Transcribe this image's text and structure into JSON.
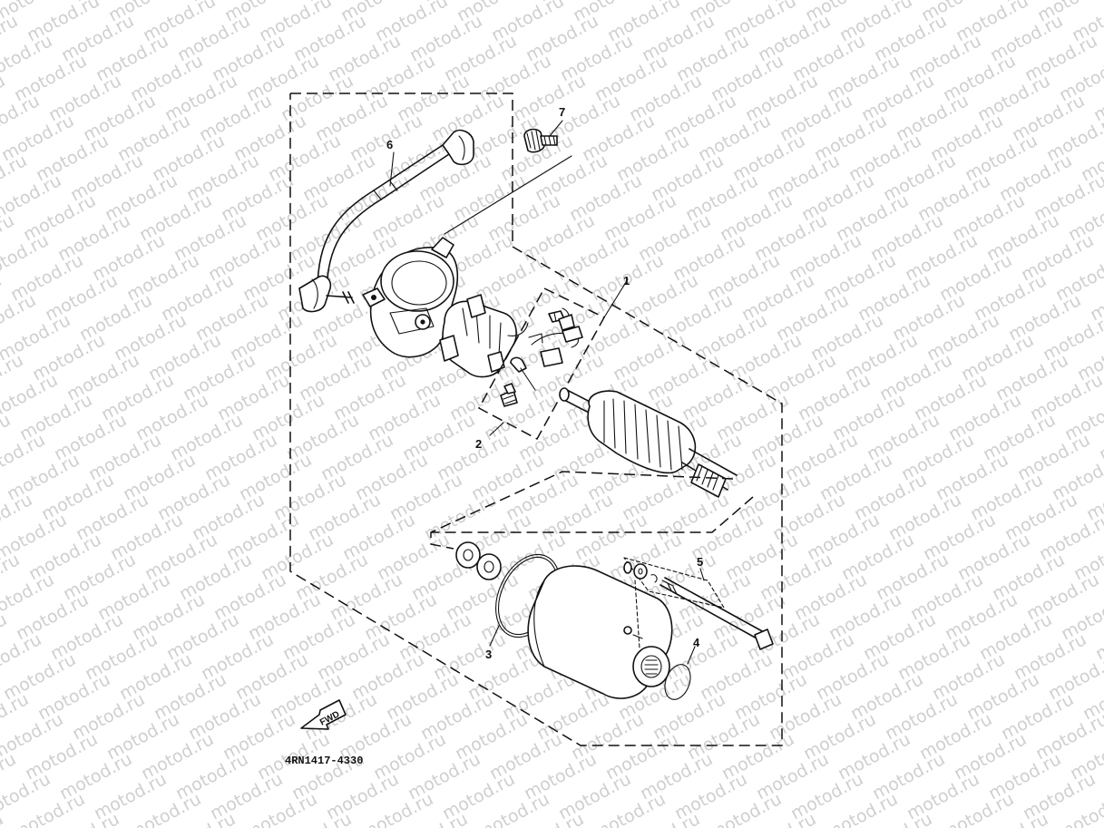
{
  "diagram": {
    "watermark_text": "motod.ru",
    "part_code": "4RN1417-4330",
    "fwd_label": "FWD",
    "callouts": {
      "c1": "1",
      "c2": "2",
      "c3": "3",
      "c4": "4",
      "c5": "5",
      "c6": "6",
      "c7": "7"
    }
  }
}
